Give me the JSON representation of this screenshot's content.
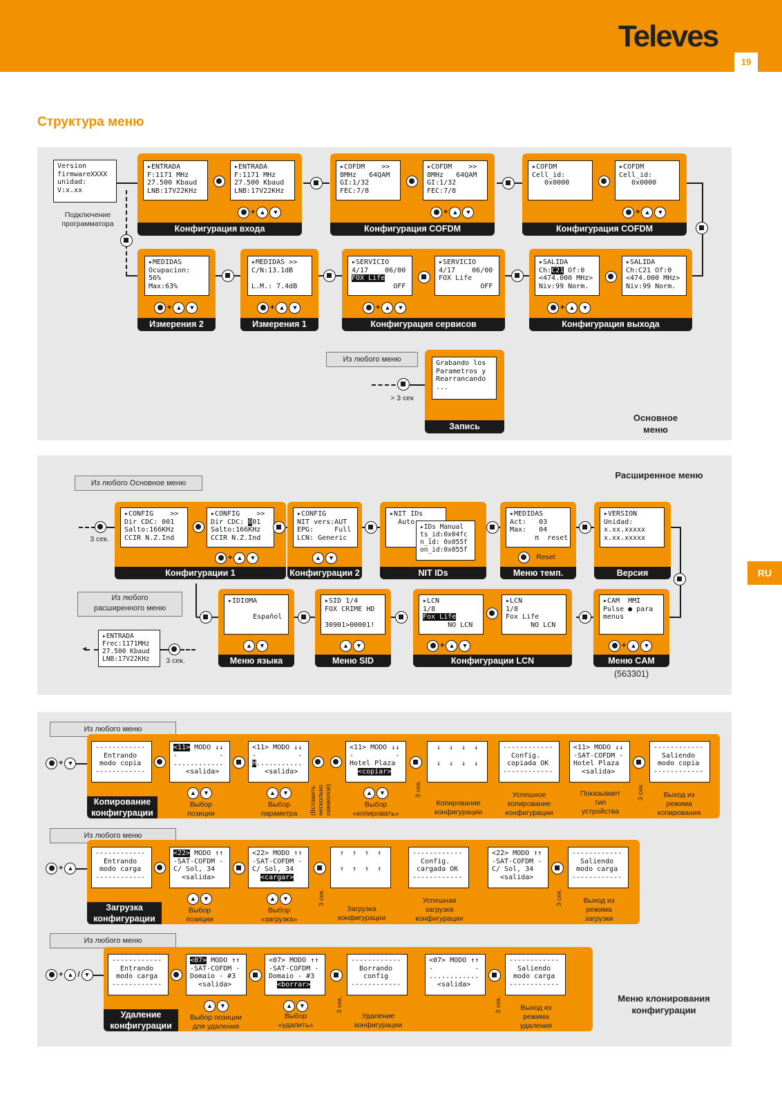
{
  "brand": "Televes",
  "page_number": "19",
  "heading": "Структура меню",
  "lang_tab": "RU",
  "colors": {
    "accent": "#f39200",
    "dark": "#1a1a1a",
    "panel": "#e8e8e8"
  },
  "main": {
    "version_lcd": "Version\nfirmwareXXXX\nunidad:\nV:x.xx",
    "programmer_note": "Подключение\nпрограмматора",
    "groups": [
      "Конфигурация входа",
      "Конфигурация COFDM",
      "Конфигурация COFDM",
      "Измерения 2",
      "Измерения 1",
      "Конфигурация сервисов",
      "Конфигурация выхода"
    ],
    "lcd_entrada_1": "▸ENTRADA\nF:1171 MHz\n27.500 Kbaud\nLNB:17V22KHz",
    "lcd_entrada_2": "▸ENTRADA\nF:1171 MHz\n27.500 Kbaud\nLNB:17V22KHz",
    "lcd_cofdm_1": "▸COFDM    >>\n8MHz   64QAM\nGI:1/32\nFEC:7/8",
    "lcd_cofdm_2": "▸COFDM    >>\n8MHz   64QAM\nGI:1/32\nFEC:7/8",
    "lcd_cell_1": "▸COFDM\nCell_id:\n   0x0000",
    "lcd_cell_2": "▸COFDM\nCell_id:\n   0x0000",
    "lcd_medidas_2": "▸MEDIDAS\nOcupacion:\n56%\nMax:63%",
    "lcd_medidas_1": "▸MEDIDAS >>\nC/N:13.1dB\n\nL.M.: 7.4dB",
    "lcd_servicio_1": "▸SERVICIO\n4/17    06/00\nFOX Life\n          OFF",
    "lcd_servicio_2": "▸SERVICIO\n4/17    06/00\nFOX Life\n          OFF",
    "lcd_salida_1": "▸SALIDA\nCh:C21 Of:0\n<474.000 MHz>\nNiv:99 Norm.",
    "lcd_salida_2": "▸SALIDA\nCh:C21 Of:0\n<474.000 MHz>\nNiv:99 Norm.",
    "from_any": "Из любого меню",
    "hold": "> 3 сек",
    "lcd_grabando": "Grabando los\nParametros y\nRearrancando\n...",
    "write_caption": "Запись",
    "section_title": "Основное\nменю"
  },
  "extended": {
    "section_title": "Расширенное меню",
    "from_main": "Из любого  Основное меню",
    "hold": "3 сек.",
    "from_ext": "Из любого\nрасширенного меню",
    "hold2": "3 сек.",
    "lcd_entrada": "▸ENTRADA\nFrec:1171MHz\n27.500 Kbaud\nLNB:17V22KHz",
    "captions": [
      "Конфигурации 1",
      "Конфигурации 2",
      "NIT IDs",
      "Меню темп.",
      "Версия",
      "Меню языка",
      "Меню SID",
      "Конфигурации LCN",
      "Меню CAM"
    ],
    "lcd_config_1": "▸CONFIG    >>\nDir CDC: 001\nSalto:166KHz\nCCIR N.Z.Ind",
    "lcd_config_2": "▸CONFIG    >>\nDir CDC: 001\nSalto:166KHz\nCCIR N.Z.Ind",
    "lcd_config_3": "▸CONFIG\nNIT vers:AUT\nEPG:     Full\nLCN: Generic",
    "lcd_nit_1": "▸NIT IDs\n  Auto",
    "lcd_nit_2": "▸IDs Manual\nts_id:0x04fc\nn_id: 0x055f\non_id:0x055f",
    "lcd_temp": "▸MEDIDAS\nAct:   03\nMax:   04\n      π  reset",
    "reset_label": "Reset",
    "lcd_version": "▸VERSION\nUnidad:\nx.xx.xxxxx\nx.xx.xxxxx",
    "lcd_idioma": "▸IDIOMA\n\n      Español",
    "lcd_sid": "▸SID 1/4\nFOX CRIME HD\n\n30901>00001!",
    "lcd_lcn_1": "▸LCN\n1/8\nFox Life\n      NO LCN",
    "lcd_lcn_2": "▸LCN\n1/8\nFox Life\n      NO LCN",
    "lcd_cam": "▸CAM  MMI\nPulse ● para\nmenus",
    "model": "(563301)"
  },
  "clone": {
    "section_title": "Меню клонирования\nконфигурации",
    "copy": {
      "from_any": "Из любого меню",
      "caption": "Копирование\nконфигурации",
      "lcds": [
        "------------\n  Entrando\n modo copia\n------------",
        "<11> MODO ↓↓\n-          -\n............\n   <salida>",
        "<11> MODO ↓↓\n-          -\nH...........\n   <salida>",
        "<11> MODO ↓↓\n-          -\nHotel Plaza\n  <copiar>",
        "↓  ↓  ↓  ↓\n\n↓  ↓  ↓  ↓",
        "------------\n  Config.\n copiada OK\n------------",
        "<11> MODO ↓↓\n-SAT-COFDM -\nHotel Plaza\n  <salida>",
        "------------\n  Saliendo\n modo copia\n------------"
      ],
      "labels": [
        "Выбор\nпозиции",
        "Выбор\nпараметра",
        "(Вставить\nнесколько\nсимволов)",
        "Выбор\n«копировать»",
        "3 сек.",
        "Копирование\nконфигурации",
        "Успешное\nкопирование\nконфигурации",
        "Показывает\nтип\nустройства",
        "3 сек.",
        "Выход из\nрежима\nкопирования"
      ]
    },
    "load": {
      "from_any": "Из любого меню",
      "caption": "Загрузка\nконфигурации",
      "lcds": [
        "------------\n  Entrando\n modo carga\n------------",
        "<22> MODO ↑↑\n-SAT-COFDM -\nC/ Sol, 34\n  <salida>",
        "<22> MODO ↑↑\n-SAT-COFDM -\nC/ Sol, 34\n  <cargar>",
        "↑  ↑  ↑  ↑\n\n↑  ↑  ↑  ↑",
        "------------\n  Config.\n cargada OK\n------------",
        "<22> MODO ↑↑\n-SAT-COFDM -\nC/ Sol, 34\n  <salida>",
        "------------\n  Saliendo\n modo carga\n------------"
      ],
      "labels": [
        "Выбор\nпозиции",
        "Выбор\n«загрузка»",
        "3 сек.",
        "Загрузка\nконфигурации",
        "Успешная\nзагрузка\nконфигурации",
        "3 сек.",
        "Выход из\nрежима\nзагрузки"
      ]
    },
    "delete": {
      "from_any": "Из любого меню",
      "caption": "Удаление\nконфигурации",
      "lcds": [
        "------------\n  Entrando\n modo carga\n------------",
        "<07> MODO ↑↑\n-SAT-COFDM -\nDomaio - #3\n  <salida>",
        "<07> MODO ↑↑\n-SAT-COFDM -\nDomaio - #3\n  <borrar>",
        "------------\n  Borrando\n   config\n------------",
        "<07> MODO ↑↑\n-          -\n............\n  <salida>",
        "------------\n  Saliendo\n modo carga\n------------"
      ],
      "labels": [
        "Выбор позиции\nдля удаления",
        "Выбор\n«удалить»",
        "3 сек.",
        "Удаление\nконфигурации",
        "3 сек.",
        "Выход из\nрежима\nудаления"
      ]
    }
  }
}
